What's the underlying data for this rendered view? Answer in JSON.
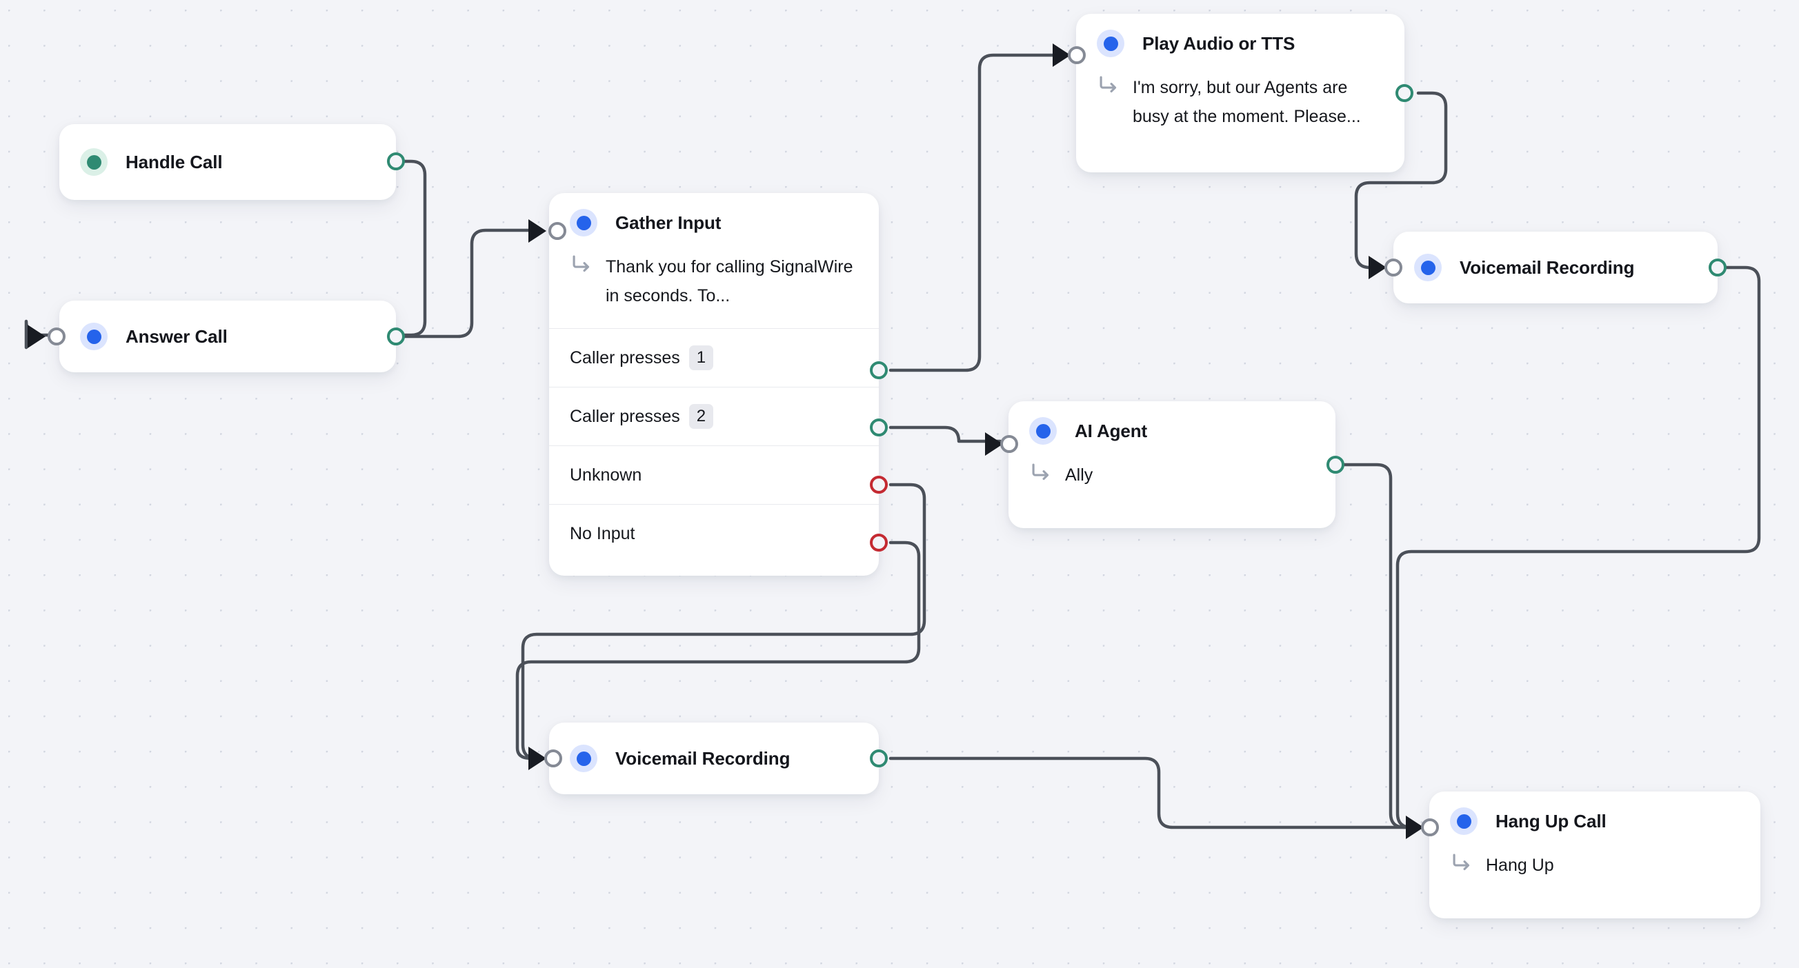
{
  "canvas": {
    "background_color": "#f3f4f8",
    "grid_dot_color": "#d2d6e0",
    "edge_color": "#4b5059"
  },
  "palette": {
    "node_dot_blue": "#2563eb",
    "node_dot_green": "#2f8a72",
    "port_green": "#2f8a72",
    "port_red": "#c42a32",
    "port_gray": "#858a95",
    "badge_bg": "#e8e9ee",
    "title_color": "#14161c"
  },
  "nodes": {
    "handle_call": {
      "title": "Handle Call",
      "dot": "green-dot-icon",
      "output_port": "green"
    },
    "answer_call": {
      "title": "Answer Call",
      "dot": "blue-dot-icon",
      "input_port": "gray",
      "output_port": "green"
    },
    "gather_input": {
      "title": "Gather Input",
      "dot": "blue-dot-icon",
      "subtitle": "Thank you for calling SignalWire in seconds. To...",
      "input_port": "gray",
      "rows": [
        {
          "label": "Caller presses",
          "badge": "1",
          "port": "green"
        },
        {
          "label": "Caller presses",
          "badge": "2",
          "port": "green"
        },
        {
          "label": "Unknown",
          "badge": "",
          "port": "red"
        },
        {
          "label": "No Input",
          "badge": "",
          "port": "red"
        }
      ]
    },
    "play_audio_tts": {
      "title": "Play Audio or TTS",
      "dot": "blue-dot-icon",
      "subtitle": "I'm sorry, but our Agents are busy at the moment. Please...",
      "input_port": "gray",
      "output_port": "green"
    },
    "voicemail_top": {
      "title": "Voicemail Recording",
      "dot": "blue-dot-icon",
      "input_port": "gray",
      "output_port": "green"
    },
    "ai_agent": {
      "title": "AI Agent",
      "dot": "blue-dot-icon",
      "subtitle": "Ally",
      "input_port": "gray",
      "output_port": "green"
    },
    "voicemail_bottom": {
      "title": "Voicemail Recording",
      "dot": "blue-dot-icon",
      "input_port": "gray",
      "output_port": "green"
    },
    "hang_up_call": {
      "title": "Hang Up Call",
      "dot": "blue-dot-icon",
      "subtitle": "Hang Up",
      "input_port": "gray"
    }
  }
}
